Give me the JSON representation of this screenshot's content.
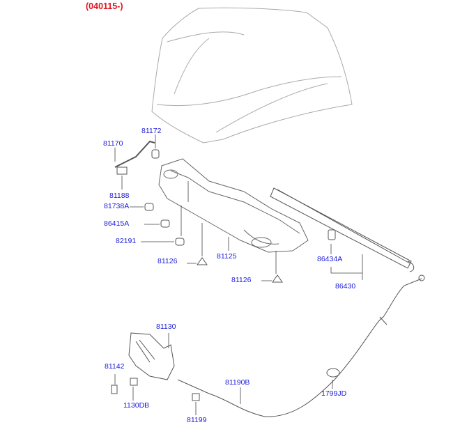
{
  "revision": "(040115-)",
  "labels": [
    "81170",
    "81172",
    "81188",
    "81738A",
    "86415A",
    "82191",
    "81126",
    "81125",
    "81126",
    "86434A",
    "86430",
    "81130",
    "81142",
    "1130DB",
    "81190B",
    "1799JD",
    "81199"
  ],
  "colors": {
    "label": "#1a1adc",
    "revision": "#e0141e",
    "line": "#555555"
  }
}
